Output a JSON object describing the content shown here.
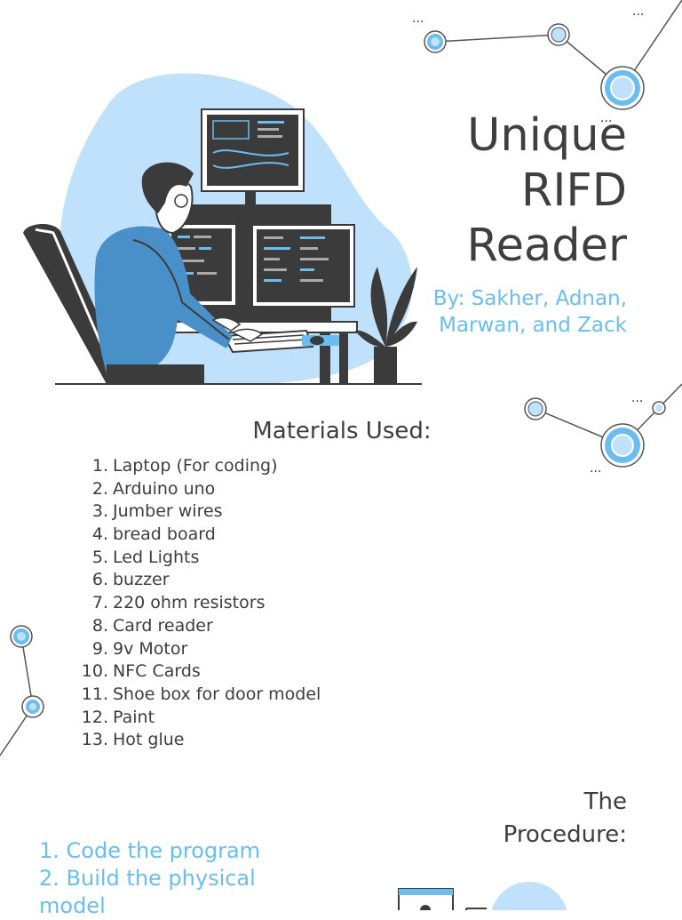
{
  "title_lines": [
    "Unique",
    "RIFD",
    "Reader"
  ],
  "authors_lines": [
    "By: Sakher, Adnan,",
    "Marwan, and Zack"
  ],
  "materials": {
    "heading": "Materials Used:",
    "items": [
      {
        "num": "1.",
        "text": "Laptop (For coding)"
      },
      {
        "num": "2.",
        "text": "Arduino uno"
      },
      {
        "num": "3.",
        "text": "Jumber wires"
      },
      {
        "num": "4.",
        "text": "bread board"
      },
      {
        "num": "5.",
        "text": "Led Lights"
      },
      {
        "num": "6.",
        "text": "buzzer"
      },
      {
        "num": "7.",
        "text": "220 ohm resistors"
      },
      {
        "num": "8.",
        "text": "Card reader"
      },
      {
        "num": "9.",
        "text": "9v Motor"
      },
      {
        "num": "10.",
        "text": "NFC Cards"
      },
      {
        "num": "11.",
        "text": "Shoe box for door model"
      },
      {
        "num": "12.",
        "text": "Paint"
      },
      {
        "num": "13.",
        "text": "Hot glue"
      }
    ]
  },
  "procedure": {
    "heading_lines": [
      "The",
      "Procedure:"
    ],
    "items": [
      "1. Code the program",
      "2. Build the physical",
      "model"
    ]
  },
  "colors": {
    "accent": "#6bbdf0",
    "blob": "#bfe1fb",
    "text": "#3d3d3d",
    "dark": "#3b3b3b"
  },
  "illustration": "programmer-at-computer-illustration"
}
